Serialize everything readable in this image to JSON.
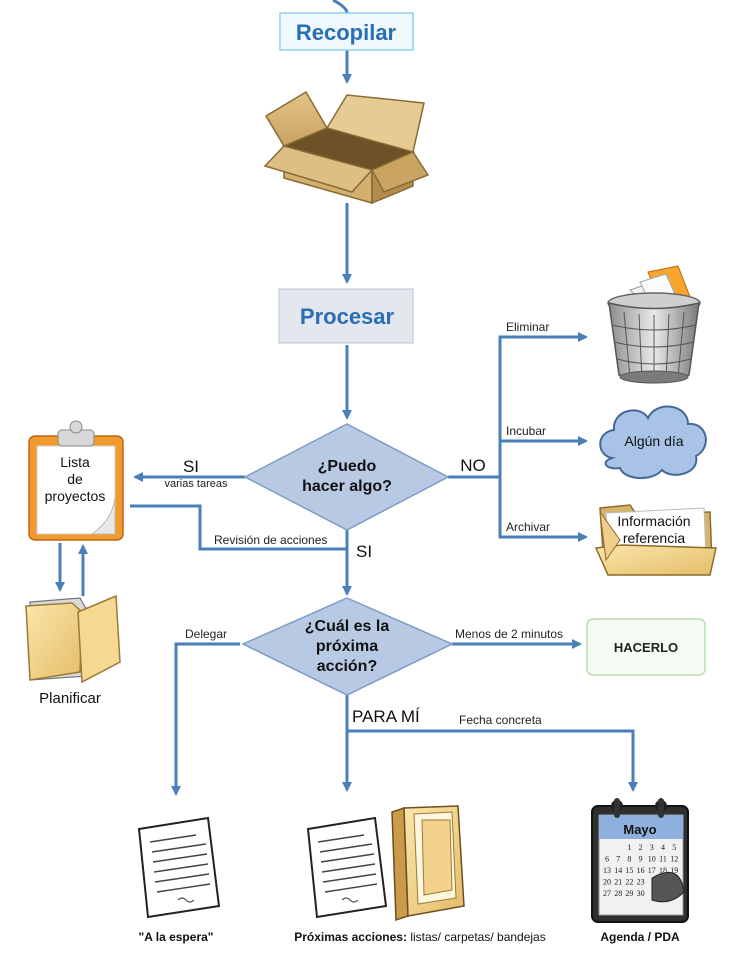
{
  "nodes": {
    "recopilar": "Recopilar",
    "procesar": "Procesar",
    "puedo_line1": "¿Puedo",
    "puedo_line2": "hacer algo?",
    "cual_line1": "¿Cuál es la",
    "cual_line2": "próxima",
    "cual_line3": "acción?",
    "hacerlo": "HACERLO",
    "lista_line1": "Lista",
    "lista_line2": "de",
    "lista_line3": "proyectos",
    "planificar": "Planificar",
    "algun_dia": "Algún día",
    "info_line1": "Información",
    "info_line2": "referencia",
    "espera": "\"A la espera\"",
    "proximas_bold": "Próximas acciones:",
    "proximas_rest": " listas/ carpetas/ bandejas",
    "agenda": "Agenda / PDA"
  },
  "edges": {
    "si_left": "SI",
    "varias_tareas": "varias tareas",
    "no": "NO",
    "eliminar": "Eliminar",
    "incubar": "Incubar",
    "archivar": "Archivar",
    "revision": "Revisión de acciones",
    "si_down": "SI",
    "delegar": "Delegar",
    "menos_2": "Menos de 2 minutos",
    "para_mi": "PARA MÍ",
    "fecha": "Fecha concreta"
  },
  "calendar": {
    "month": "Mayo",
    "rows": [
      [
        "",
        "",
        "1",
        "2",
        "3",
        "4",
        "5"
      ],
      [
        "6",
        "7",
        "8",
        "9",
        "10",
        "11",
        "12"
      ],
      [
        "13",
        "14",
        "15",
        "16",
        "17",
        "18",
        "19"
      ],
      [
        "20",
        "21",
        "22",
        "23",
        "",
        "",
        ""
      ],
      [
        "27",
        "28",
        "29",
        "30",
        "",
        "",
        ""
      ]
    ]
  },
  "colors": {
    "arrow": "#4a7fb8",
    "diamond": "#b8c9e3",
    "title_blue": "#2a6fb5",
    "folder": "#f3d38c",
    "box": "#c8a464",
    "cloud": "#a9c3e6"
  }
}
